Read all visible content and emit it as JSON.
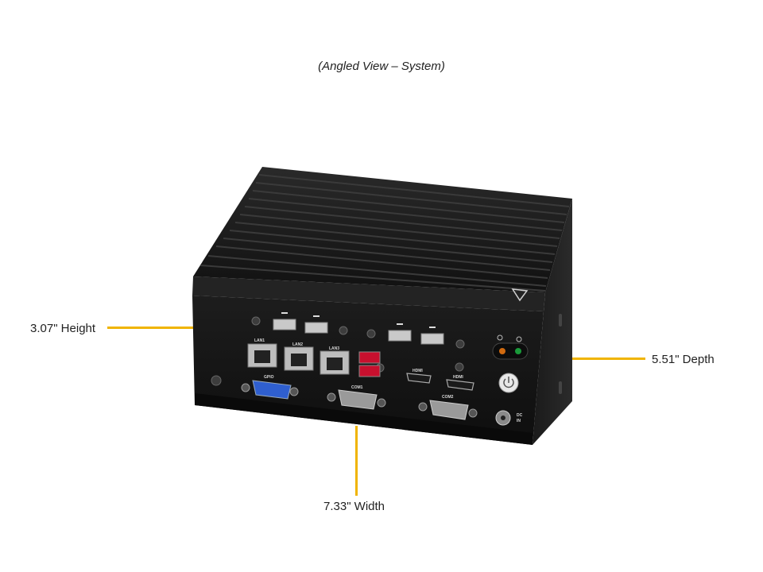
{
  "caption": "(Angled View – System)",
  "dimensions": {
    "height": "3.07\" Height",
    "depth": "5.51\" Depth",
    "width": "7.33\" Width"
  },
  "colors": {
    "leader_line": "#f0b400",
    "chassis": "#151515"
  },
  "ports": {
    "lan1": "LAN1",
    "lan2": "LAN2",
    "lan3": "LAN3",
    "gpio": "GPIO",
    "com1": "COM1",
    "com2": "COM2",
    "hdmi1": "HDMI",
    "hdmi2": "HDMI",
    "dc_in_1": "DC",
    "dc_in_2": "IN"
  },
  "icons": [
    "usb-icon",
    "power-button-icon",
    "hdd-led-icon",
    "power-led-icon",
    "logo-triangle-icon"
  ]
}
